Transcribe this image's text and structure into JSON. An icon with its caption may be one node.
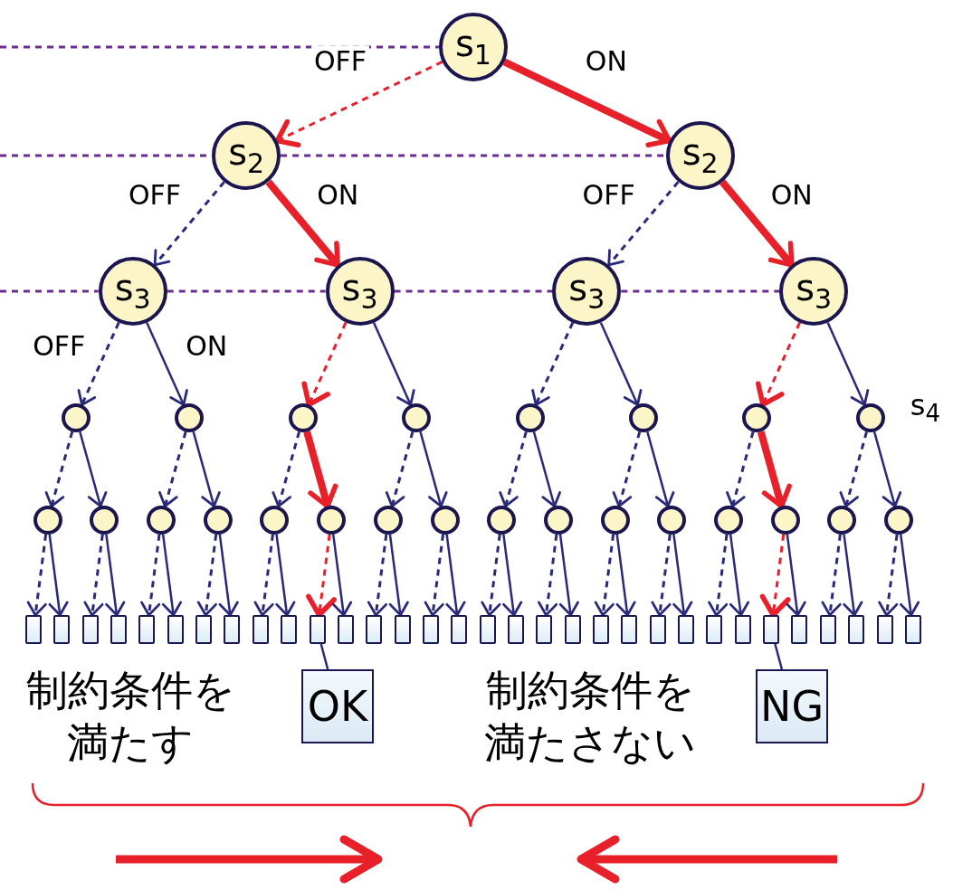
{
  "diagram": {
    "nodes": [
      {
        "text": [
          "s$_{1}$"
        ]
      },
      {
        "text": [
          "s$_{2}$"
        ]
      },
      {
        "text": [
          "s$_{2}$"
        ]
      },
      {
        "text": [
          "s$_{3}$"
        ]
      },
      {
        "text": [
          "s$_{3}$"
        ]
      },
      {
        "text": [
          "s$_{3}$"
        ]
      },
      {
        "text": [
          "s$_{3}$"
        ]
      },
      {
        "text": [],
        "shape": "circle"
      },
      {
        "text": [],
        "shape": "circle"
      },
      {
        "text": [],
        "shape": "circle"
      },
      {
        "text": [],
        "shape": "circle"
      },
      {
        "text": [],
        "shape": "circle"
      },
      {
        "text": [],
        "shape": "circle"
      },
      {
        "text": [],
        "shape": "circle"
      },
      {
        "text": [],
        "shape": "circle",
        "beside": [
          "s$_{4}$"
        ]
      },
      {
        "text": [],
        "shape": "circle"
      },
      {
        "text": [],
        "shape": "circle"
      },
      {
        "text": [],
        "shape": "circle"
      },
      {
        "text": [],
        "shape": "circle"
      },
      {
        "text": [],
        "shape": "circle"
      },
      {
        "text": [],
        "shape": "circle"
      },
      {
        "text": [],
        "shape": "circle"
      },
      {
        "text": [],
        "shape": "circle"
      },
      {
        "text": [],
        "shape": "circle"
      },
      {
        "text": [],
        "shape": "circle"
      },
      {
        "text": [],
        "shape": "circle"
      },
      {
        "text": [],
        "shape": "circle"
      },
      {
        "text": [],
        "shape": "circle"
      },
      {
        "text": [],
        "shape": "circle"
      },
      {
        "text": [],
        "shape": "circle"
      },
      {
        "text": [],
        "shape": "circle"
      },
      {
        "text": [],
        "shape": "box"
      },
      {
        "text": [],
        "shape": "box"
      },
      {
        "text": [],
        "shape": "box"
      },
      {
        "text": [],
        "shape": "box"
      },
      {
        "text": [],
        "shape": "box"
      },
      {
        "text": [],
        "shape": "box"
      },
      {
        "text": [],
        "shape": "box"
      },
      {
        "text": [],
        "shape": "box"
      },
      {
        "text": [],
        "shape": "box"
      },
      {
        "text": [],
        "shape": "box"
      },
      {
        "text": [],
        "shape": "box"
      },
      {
        "text": [],
        "shape": "box"
      },
      {
        "text": [],
        "shape": "box"
      },
      {
        "text": [],
        "shape": "box"
      },
      {
        "text": [],
        "shape": "box"
      },
      {
        "text": [],
        "shape": "box"
      },
      {
        "text": [],
        "shape": "box"
      },
      {
        "text": [],
        "shape": "box"
      },
      {
        "text": [],
        "shape": "box"
      },
      {
        "text": [],
        "shape": "box"
      },
      {
        "text": [],
        "shape": "box"
      },
      {
        "text": [],
        "shape": "box"
      },
      {
        "text": [],
        "shape": "box"
      },
      {
        "text": [],
        "shape": "box"
      },
      {
        "text": [],
        "shape": "box"
      },
      {
        "text": [],
        "shape": "box"
      },
      {
        "text": [],
        "shape": "box"
      },
      {
        "text": [],
        "shape": "box"
      },
      {
        "text": [],
        "shape": "box"
      },
      {
        "text": [],
        "shape": "box"
      },
      {
        "text": [],
        "shape": "box"
      },
      {
        "text": [],
        "shape": "box"
      },
      {
        "text": [
          "OK"
        ]
      },
      {
        "text": [
          "NG"
        ]
      }
    ],
    "edges": [
      {
        "from": 0,
        "to": 1,
        "arrow": "to",
        "label": "OFF",
        "style": "dashed",
        "color": "#e8202a"
      },
      {
        "from": 0,
        "to": 2,
        "arrow": "to",
        "label": "ON",
        "style": "thick",
        "color": "#e8202a"
      },
      {
        "from": 1,
        "to": 3,
        "arrow": "to",
        "label": "OFF",
        "style": "dashed"
      },
      {
        "from": 1,
        "to": 4,
        "arrow": "to",
        "label": "ON",
        "style": "thick",
        "color": "#e8202a"
      },
      {
        "from": 2,
        "to": 5,
        "arrow": "to",
        "label": "OFF",
        "style": "dashed"
      },
      {
        "from": 2,
        "to": 6,
        "arrow": "to",
        "label": "ON",
        "style": "thick",
        "color": "#e8202a"
      },
      {
        "from": 3,
        "to": 7,
        "arrow": "to",
        "label": "OFF",
        "style": "dashed"
      },
      {
        "from": 3,
        "to": 8,
        "arrow": "to",
        "label": "ON"
      },
      {
        "from": 4,
        "to": 9,
        "arrow": "to",
        "style": "dashed",
        "color": "#e8202a"
      },
      {
        "from": 4,
        "to": 10,
        "arrow": "to"
      },
      {
        "from": 5,
        "to": 11,
        "arrow": "to",
        "style": "dashed"
      },
      {
        "from": 5,
        "to": 12,
        "arrow": "to"
      },
      {
        "from": 6,
        "to": 13,
        "arrow": "to",
        "style": "dashed",
        "color": "#e8202a"
      },
      {
        "from": 6,
        "to": 14,
        "arrow": "to"
      },
      {
        "from": 7,
        "to": 15,
        "arrow": "to",
        "style": "dashed"
      },
      {
        "from": 7,
        "to": 16,
        "arrow": "to"
      },
      {
        "from": 8,
        "to": 17,
        "arrow": "to",
        "style": "dashed"
      },
      {
        "from": 8,
        "to": 18,
        "arrow": "to"
      },
      {
        "from": 9,
        "to": 19,
        "arrow": "to",
        "style": "dashed"
      },
      {
        "from": 9,
        "to": 20,
        "arrow": "to",
        "style": "thick",
        "color": "#e8202a"
      },
      {
        "from": 10,
        "to": 21,
        "arrow": "to",
        "style": "dashed"
      },
      {
        "from": 10,
        "to": 22,
        "arrow": "to"
      },
      {
        "from": 11,
        "to": 23,
        "arrow": "to",
        "style": "dashed"
      },
      {
        "from": 11,
        "to": 24,
        "arrow": "to"
      },
      {
        "from": 12,
        "to": 25,
        "arrow": "to",
        "style": "dashed"
      },
      {
        "from": 12,
        "to": 26,
        "arrow": "to"
      },
      {
        "from": 13,
        "to": 27,
        "arrow": "to",
        "style": "dashed"
      },
      {
        "from": 13,
        "to": 28,
        "arrow": "to",
        "style": "thick",
        "color": "#e8202a"
      },
      {
        "from": 14,
        "to": 29,
        "arrow": "to",
        "style": "dashed"
      },
      {
        "from": 14,
        "to": 30,
        "arrow": "to"
      },
      {
        "from": 15,
        "to": 31,
        "arrow": "to",
        "style": "dashed"
      },
      {
        "from": 15,
        "to": 32,
        "arrow": "to"
      },
      {
        "from": 16,
        "to": 33,
        "arrow": "to",
        "style": "dashed"
      },
      {
        "from": 16,
        "to": 34,
        "arrow": "to"
      },
      {
        "from": 17,
        "to": 35,
        "arrow": "to",
        "style": "dashed"
      },
      {
        "from": 17,
        "to": 36,
        "arrow": "to"
      },
      {
        "from": 18,
        "to": 37,
        "arrow": "to",
        "style": "dashed"
      },
      {
        "from": 18,
        "to": 38,
        "arrow": "to"
      },
      {
        "from": 19,
        "to": 39,
        "arrow": "to",
        "style": "dashed"
      },
      {
        "from": 19,
        "to": 40,
        "arrow": "to"
      },
      {
        "from": 20,
        "to": 41,
        "arrow": "to",
        "style": "dashed",
        "color": "#e8202a"
      },
      {
        "from": 20,
        "to": 42,
        "arrow": "to"
      },
      {
        "from": 21,
        "to": 43,
        "arrow": "to",
        "style": "dashed"
      },
      {
        "from": 21,
        "to": 44,
        "arrow": "to"
      },
      {
        "from": 22,
        "to": 45,
        "arrow": "to",
        "style": "dashed"
      },
      {
        "from": 22,
        "to": 46,
        "arrow": "to"
      },
      {
        "from": 23,
        "to": 47,
        "arrow": "to",
        "style": "dashed"
      },
      {
        "from": 23,
        "to": 48,
        "arrow": "to"
      },
      {
        "from": 24,
        "to": 49,
        "arrow": "to",
        "style": "dashed"
      },
      {
        "from": 24,
        "to": 50,
        "arrow": "to"
      },
      {
        "from": 25,
        "to": 51,
        "arrow": "to",
        "style": "dashed"
      },
      {
        "from": 25,
        "to": 52,
        "arrow": "to"
      },
      {
        "from": 26,
        "to": 53,
        "arrow": "to",
        "style": "dashed"
      },
      {
        "from": 26,
        "to": 54,
        "arrow": "to"
      },
      {
        "from": 27,
        "to": 55,
        "arrow": "to",
        "style": "dashed"
      },
      {
        "from": 27,
        "to": 56,
        "arrow": "to"
      },
      {
        "from": 28,
        "to": 57,
        "arrow": "to",
        "style": "dashed",
        "color": "#e8202a"
      },
      {
        "from": 28,
        "to": 58,
        "arrow": "to"
      },
      {
        "from": 29,
        "to": 59,
        "arrow": "to",
        "style": "dashed"
      },
      {
        "from": 29,
        "to": 60,
        "arrow": "to"
      },
      {
        "from": 30,
        "to": 61,
        "arrow": "to",
        "style": "dashed"
      },
      {
        "from": 30,
        "to": 62,
        "arrow": "to"
      },
      {
        "from": 63,
        "to": 41,
        "arrow": "none"
      },
      {
        "from": 64,
        "to": 57,
        "arrow": "none"
      },
      {
        "from": null,
        "to": 0,
        "arrow": "none",
        "style": "dashed",
        "color": "#6b2d90"
      },
      {
        "from": null,
        "to": 1,
        "arrow": "none",
        "style": "dashed",
        "color": "#6b2d90"
      },
      {
        "from": 1,
        "to": 2,
        "arrow": "none",
        "style": "dashed",
        "color": "#6b2d90"
      },
      {
        "from": null,
        "to": 3,
        "arrow": "none",
        "style": "dashed",
        "color": "#6b2d90"
      },
      {
        "from": 3,
        "to": 4,
        "arrow": "none",
        "style": "dashed",
        "color": "#6b2d90"
      },
      {
        "from": 4,
        "to": 5,
        "arrow": "none",
        "style": "dashed",
        "color": "#6b2d90"
      },
      {
        "from": 5,
        "to": 6,
        "arrow": "none",
        "style": "dashed",
        "color": "#6b2d90"
      }
    ],
    "labels": [
      "制約条件を満たす",
      "制約条件を満たさない"
    ]
  }
}
